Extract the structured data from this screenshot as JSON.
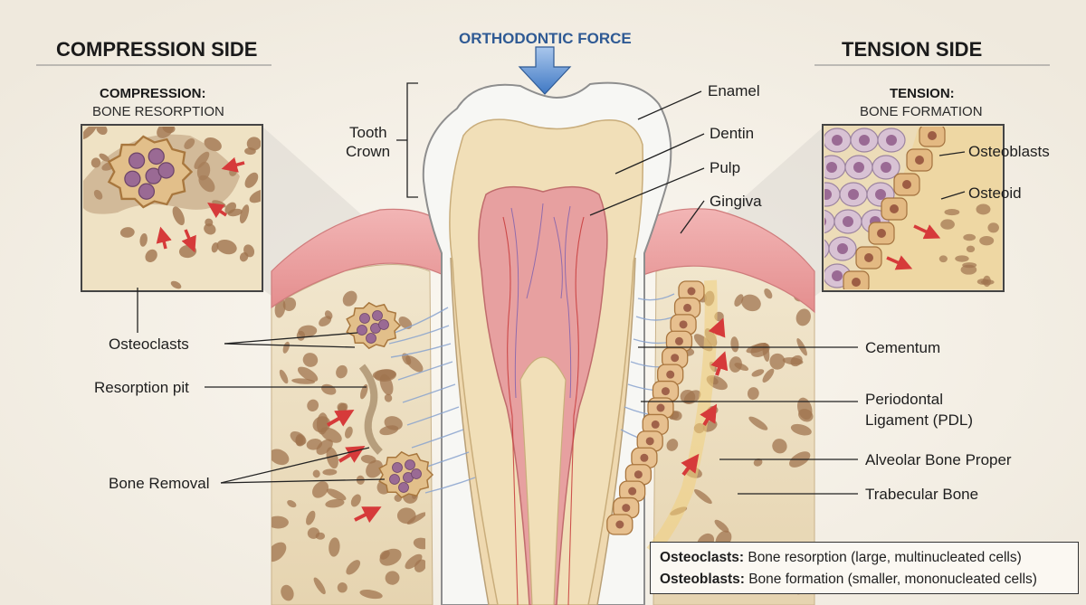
{
  "headers": {
    "left": "COMPRESSION SIDE",
    "right": "TENSION SIDE",
    "center": "ORTHODONTIC FORCE"
  },
  "insets": {
    "left": {
      "title": "COMPRESSION:",
      "subtitle": "BONE RESORPTION"
    },
    "right": {
      "title": "TENSION:",
      "subtitle": "BONE FORMATION"
    }
  },
  "labels": {
    "tooth_crown_line1": "Tooth",
    "tooth_crown_line2": "Crown",
    "enamel": "Enamel",
    "dentin": "Dentin",
    "pulp": "Pulp",
    "gingiva": "Gingiva",
    "osteoblasts": "Osteoblasts",
    "osteoid": "Osteoid",
    "osteoclasts": "Osteoclasts",
    "resorption_pit": "Resorption pit",
    "bone_removal": "Bone Removal",
    "cementum": "Cementum",
    "pdl_line1": "Periodontal",
    "pdl_line2": "Ligament (PDL)",
    "alveolar_bone": "Alveolar Bone Proper",
    "trabecular_bone": "Trabecular Bone"
  },
  "legend": [
    {
      "term": "Osteoclasts:",
      "desc": " Bone resorption (large, multinucleated cells)"
    },
    {
      "term": "Osteoblasts:",
      "desc": " Bone formation (smaller, mononucleated cells)"
    }
  ],
  "colors": {
    "enamel": "#f7f7f4",
    "dentin": "#f1dfb8",
    "pulp": "#e7a0a0",
    "gingiva": "#eea3a3",
    "bone": "#efe2c6",
    "bone_pore": "#a0744f",
    "osteoclast": "#e2bf8a",
    "nucleus": "#9a6a94",
    "arrow": "#d63a3a",
    "force_arrow": "#3f78c4",
    "ligament": "#8aa4cf"
  }
}
